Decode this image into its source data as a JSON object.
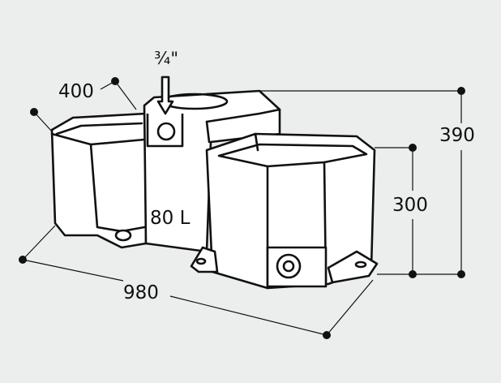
{
  "diagram": {
    "dimensions": {
      "depth": "400",
      "length": "980",
      "total_height": "390",
      "trough_height": "300",
      "inlet": "¾\"",
      "volume": "80 L"
    }
  }
}
